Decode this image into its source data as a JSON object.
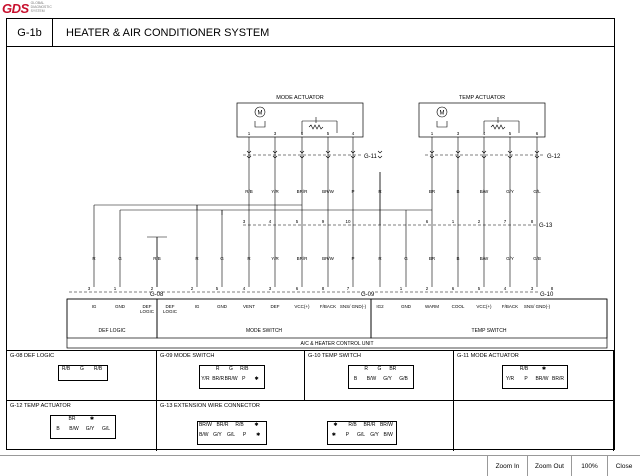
{
  "app": {
    "logo": "GDS",
    "logo_sub": "GLOBAL DIAGNOSTIC SYSTEM"
  },
  "header": {
    "code": "G-1b",
    "title": "HEATER & AIR CONDITIONER SYSTEM"
  },
  "diagram": {
    "mode_actuator": "MODE ACTUATOR",
    "temp_actuator": "TEMP ACTUATOR",
    "motor_symbol": "M",
    "connectors": {
      "g11": "G-11",
      "g12": "G-12",
      "g13": "G-13",
      "g10": "G-10",
      "g09": "G-09",
      "g08": "G-08"
    },
    "mode_pins": [
      "1",
      "3",
      "6",
      "5",
      "4"
    ],
    "temp_pins": [
      "1",
      "3",
      "4",
      "5",
      "6"
    ],
    "upper_wires": [
      "R/B",
      "Y/R",
      "BR/R",
      "BR/W",
      "P",
      "R",
      "BR",
      "B",
      "B/W",
      "G/Y",
      "G/L"
    ],
    "g13_pins": [
      "3",
      "4",
      "5",
      "9",
      "10",
      "6",
      "1",
      "2",
      "7",
      "8",
      "5"
    ],
    "lower_wires": [
      "R",
      "G",
      "R/B",
      "R",
      "G",
      "R",
      "Y/R",
      "BR/R",
      "BR/W",
      "P",
      "R",
      "G",
      "BR",
      "B",
      "B/W",
      "G/Y",
      "G/B"
    ],
    "g08_pins": [
      "3",
      "1",
      "2"
    ],
    "g09_pins": [
      "2",
      "5",
      "4",
      "3",
      "6",
      "8",
      "7"
    ],
    "g10_pins": [
      "1",
      "2",
      "6",
      "5",
      "4",
      "3",
      "8"
    ],
    "unit_pins": [
      "IG",
      "GND",
      "DEF\nLOGIC",
      "DEF\nLOGIC",
      "IG",
      "GND",
      "VENT",
      "DEF",
      "VCC(+)",
      "F/BACK",
      "SNS/ GND(-)",
      "IG2",
      "GND",
      "WARM",
      "COOL",
      "VCC(+)",
      "F/BACK",
      "SNS/ GND(-)"
    ],
    "sections": {
      "def_logic": "DEF LOGIC",
      "mode_switch": "MODE SWITCH",
      "temp_switch": "TEMP SWITCH"
    },
    "unit_name": "A/C & HEATER CONTROL UNIT"
  },
  "connector_views": [
    {
      "title": "G-08 DEF LOGIC",
      "rows": [
        [
          "R/B",
          "G",
          "R/B"
        ]
      ]
    },
    {
      "title": "G-09 MODE SWITCH",
      "rows": [
        [
          "R",
          "G",
          "R/B"
        ],
        [
          "Y/R",
          "BR/R",
          "BR/W",
          "P",
          "✱"
        ]
      ]
    },
    {
      "title": "G-10 TEMP SWITCH",
      "rows": [
        [
          "R",
          "G",
          "BR"
        ],
        [
          "B",
          "B/W",
          "G/Y",
          "G/B"
        ]
      ]
    },
    {
      "title": "G-11 MODE ACTUATOR",
      "rows": [
        [
          "R/B",
          "✱"
        ],
        [
          "Y/R",
          "P",
          "BR/W",
          "BR/R"
        ]
      ]
    },
    {
      "title": "G-12 TEMP ACTUATOR",
      "rows": [
        [
          "BR",
          "✱"
        ],
        [
          "B",
          "B/W",
          "G/Y",
          "G/L"
        ]
      ]
    },
    {
      "title": "G-13 EXTENSION WIRE CONNECTOR",
      "left": [
        [
          "BR/W",
          "BR/R",
          "R/B",
          "✱"
        ],
        [
          "B/W",
          "G/Y",
          "G/L",
          "P",
          "✱"
        ]
      ],
      "right": [
        [
          "✱",
          "R/B",
          "BR/R",
          "BR/W"
        ],
        [
          "✱",
          "P",
          "G/L",
          "G/Y",
          "B/W"
        ]
      ]
    }
  ],
  "statusbar": {
    "zoom_in": "Zoom In",
    "zoom_out": "Zoom Out",
    "zoom_level": "100%",
    "close": "Close"
  }
}
